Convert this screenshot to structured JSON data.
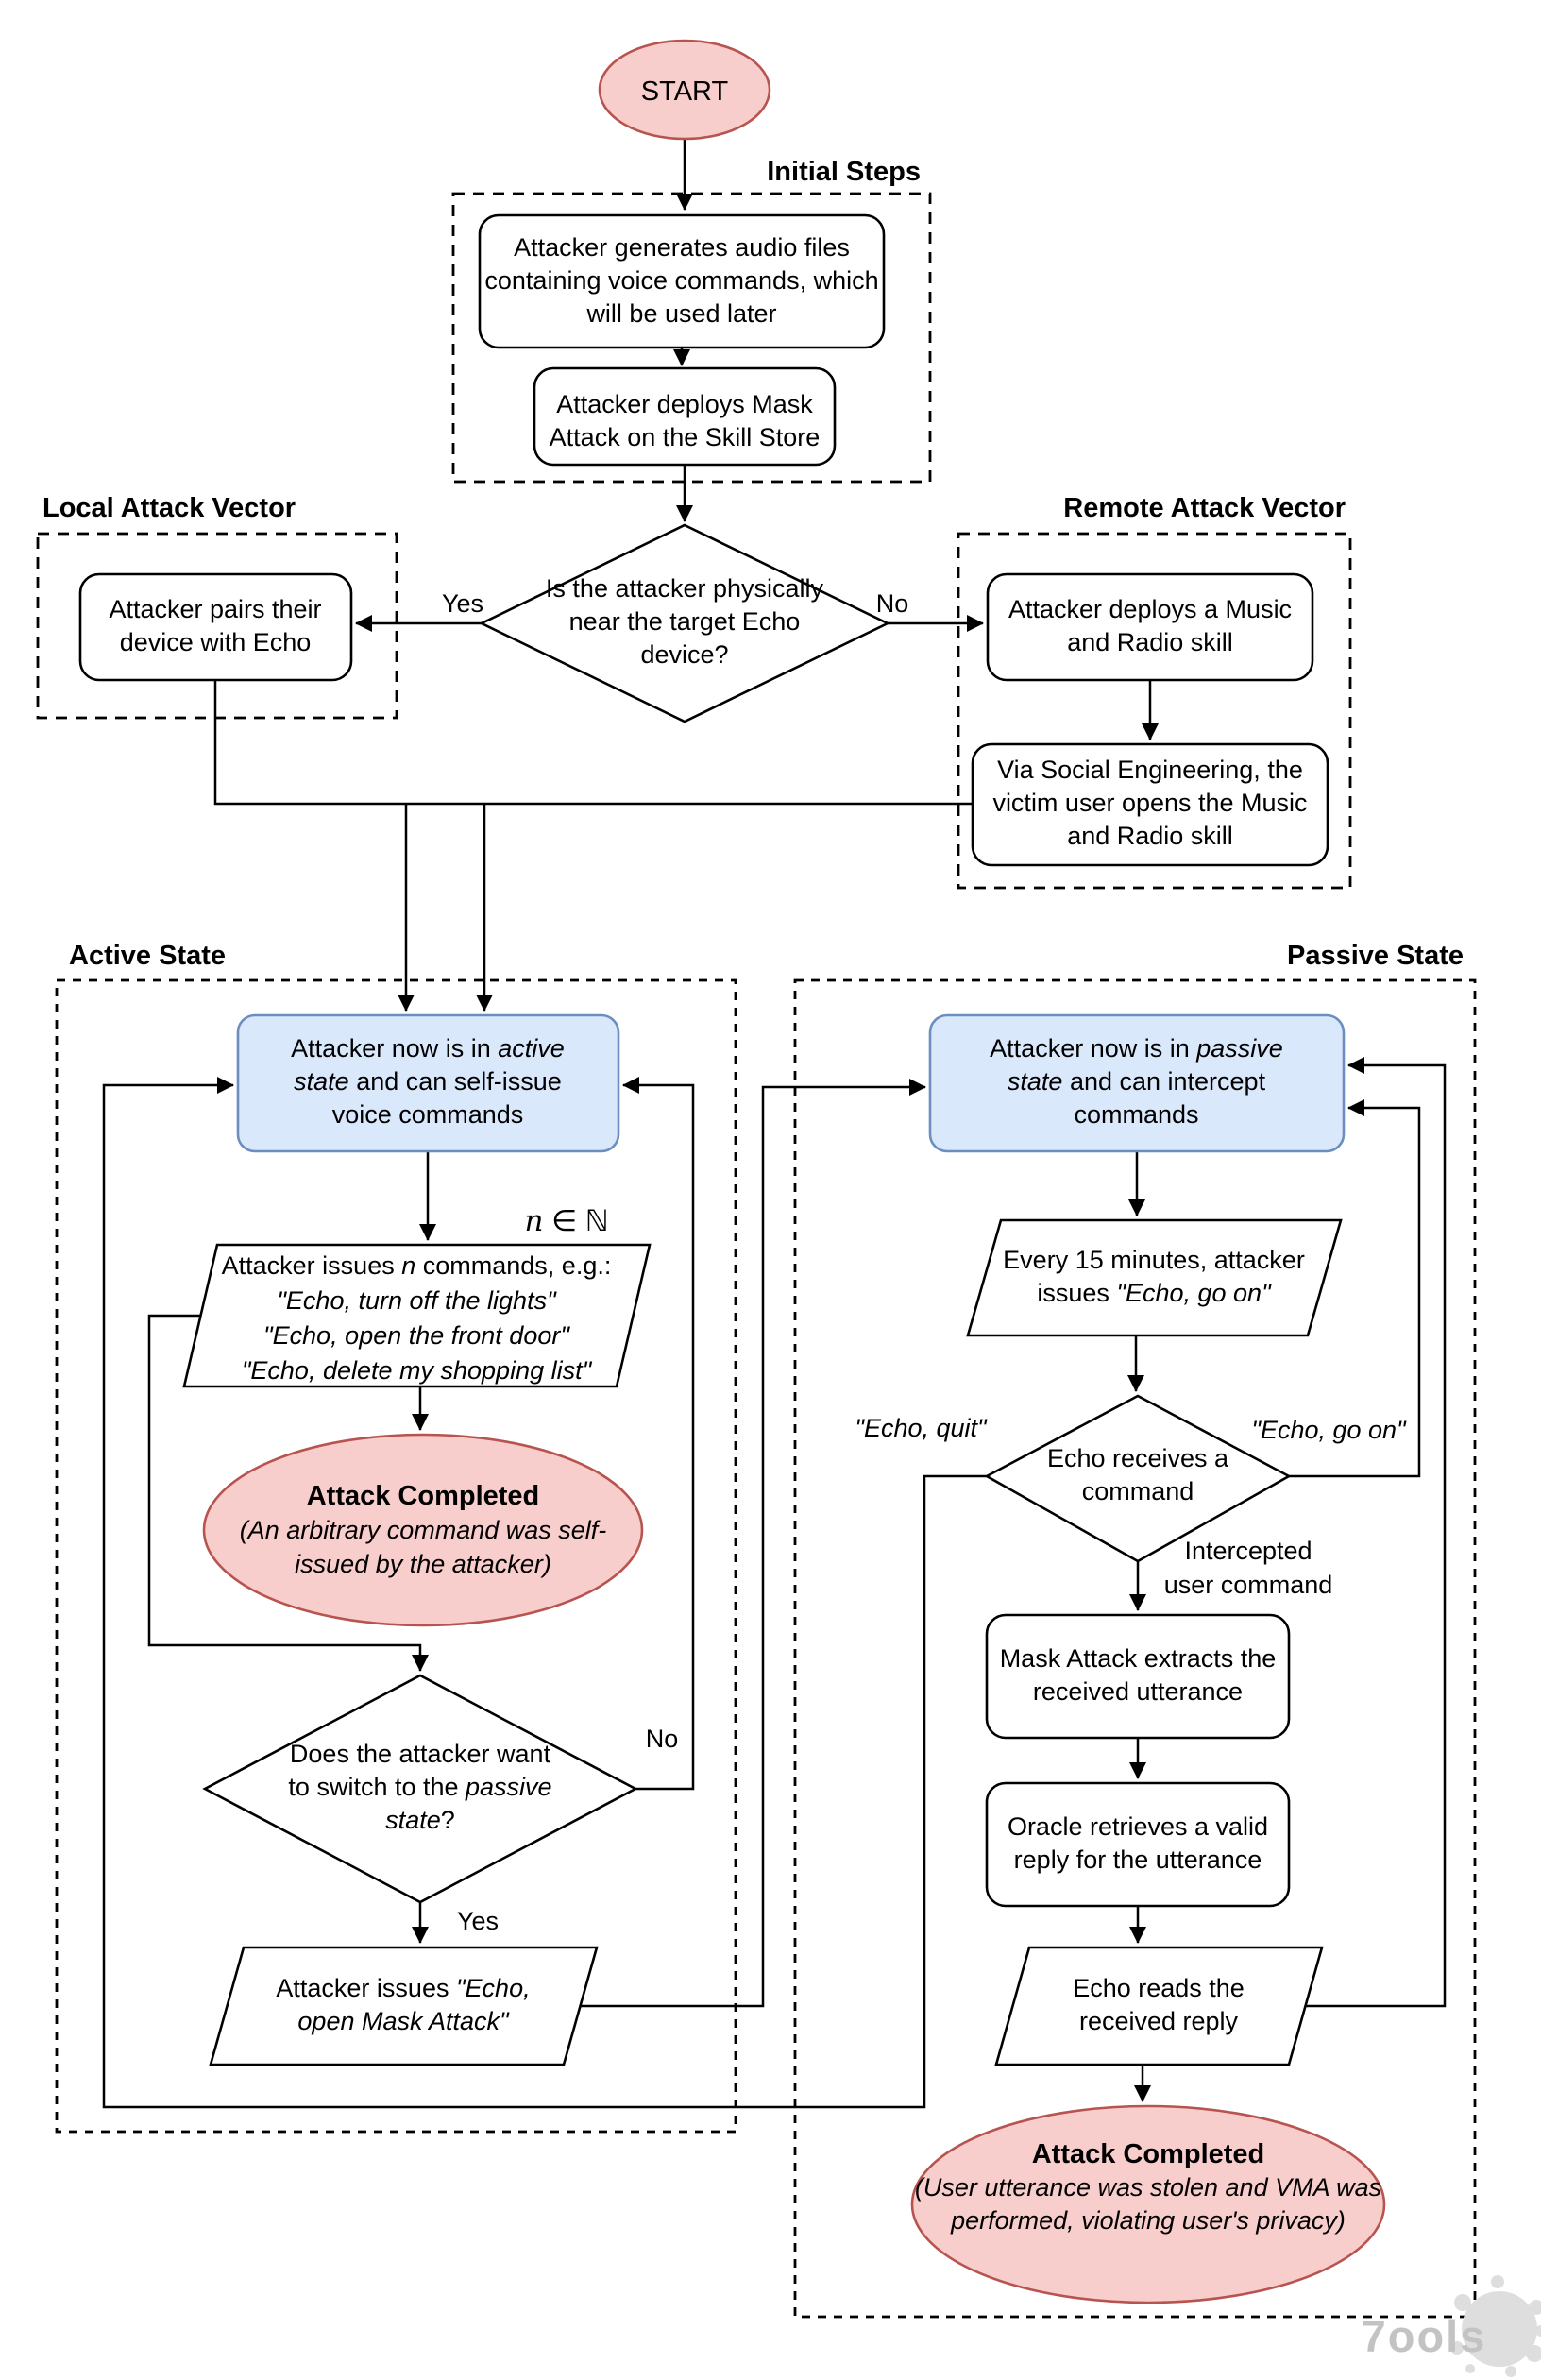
{
  "sections": {
    "initial": "Initial Steps",
    "local": "Local Attack Vector",
    "remote": "Remote Attack Vector",
    "active": "Active State",
    "passive": "Passive State"
  },
  "nodes": {
    "start": "START",
    "generate_audio": "Attacker generates audio files containing voice commands, which will be used later",
    "deploy_mask": "Attacker deploys Mask Attack on the Skill Store",
    "near_echo_question": "Is the attacker physically near the target Echo device?",
    "pair_device": "Attacker pairs their device with Echo",
    "deploy_music_skill": "Attacker deploys a Music and Radio skill",
    "social_engineering": "Via Social Engineering, the victim user opens the Music and Radio skill",
    "active_state": {
      "pre": "Attacker now is in ",
      "em": "active state",
      "post": " and can self-issue voice commands"
    },
    "issue_commands": {
      "line1_pre": "Attacker issues ",
      "line1_em": "n",
      "line1_post": " commands, e.g.:",
      "line2": "\"Echo, turn off the lights\"",
      "line3": "\"Echo, open the front door\"",
      "line4": "\"Echo, delete my shopping list\""
    },
    "attack_completed_active": {
      "title": "Attack Completed",
      "detail": "(An arbitrary command was self-issued by the attacker)"
    },
    "switch_question": {
      "pre": "Does the attacker want to switch to the ",
      "em": "passive state",
      "post": "?"
    },
    "open_mask_attack": {
      "pre": "Attacker issues ",
      "em": "\"Echo, open Mask Attack\""
    },
    "passive_state": {
      "pre": "Attacker now is in ",
      "em": "passive state",
      "post": " and can intercept commands"
    },
    "every_15_minutes": {
      "pre": "Every 15 minutes, attacker issues ",
      "em": "\"Echo, go on\""
    },
    "echo_receives": "Echo receives a command",
    "mask_extracts": "Mask Attack extracts the received utterance",
    "oracle_retrieves": "Oracle retrieves a valid reply for the utterance",
    "echo_reads": "Echo reads the received reply",
    "attack_completed_passive": {
      "title": "Attack Completed",
      "detail": "(User utterance was stolen and VMA was performed, violating user's privacy)"
    }
  },
  "edge_labels": {
    "yes_near": "Yes",
    "no_near": "No",
    "n_var": "n",
    "n_in": " ∈ ",
    "n_set": "ℕ",
    "no_switch": "No",
    "yes_switch": "Yes",
    "echo_quit": "\"Echo, quit\"",
    "echo_go_on": "\"Echo, go on\"",
    "intercepted_line1": "Intercepted",
    "intercepted_line2": "user command"
  },
  "colors": {
    "terminal_fill": "#f8cecc",
    "terminal_stroke": "#b85450",
    "state_fill": "#dae8fc",
    "state_stroke": "#6c8ebf",
    "line": "#000000",
    "watermark": "#c3c3c3"
  },
  "watermark": "7ools"
}
